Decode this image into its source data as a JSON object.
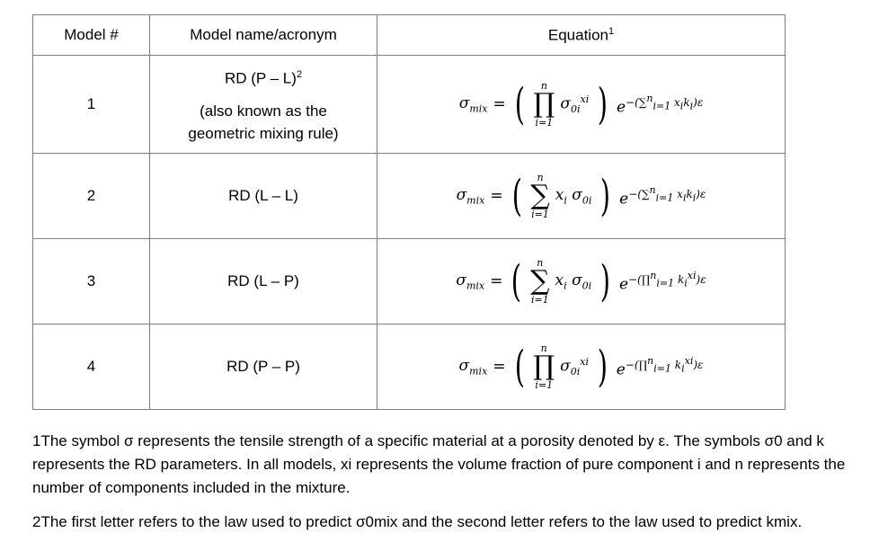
{
  "table": {
    "headers": [
      "Model #",
      "Model name/acronym",
      "Equation",
      "1"
    ],
    "rows": [
      {
        "number": "1",
        "name_lines": [
          "RD (P – L)",
          "2",
          "(also known as the",
          "geometric mixing rule)"
        ]
      },
      {
        "number": "2",
        "name_lines": [
          "RD (L – L)"
        ]
      },
      {
        "number": "3",
        "name_lines": [
          "RD (L – P)"
        ]
      },
      {
        "number": "4",
        "name_lines": [
          "RD (P – P)"
        ]
      }
    ],
    "equations": {
      "lhs": "σ",
      "lhs_sub": "mix",
      "eq_sign": "=",
      "prod": "∏",
      "sum": "∑",
      "upper": "n",
      "lower": "i=1",
      "sigma_o": "σ",
      "sub_0i": "0",
      "sub_i": "i",
      "x_i": "x",
      "e": "e",
      "exp_sum": "−(∑",
      "exp_prod": "−(∏",
      "exp_tail_sum": "x",
      "exp_k": "k",
      "exp_close": ")ε",
      "exp_limits": "i=1",
      "exp_n": "n"
    }
  },
  "footnotes": {
    "note1": "1The symbol σ represents the tensile strength of a specific material at a porosity denoted by ε. The symbols σ0 and k represents the RD parameters. In all models, xi represents the volume fraction of pure component i and n represents the number of components included in the mixture.",
    "note2": "2The first letter refers to the law used to predict σ0mix and the second letter refers to the law used to predict kmix."
  }
}
